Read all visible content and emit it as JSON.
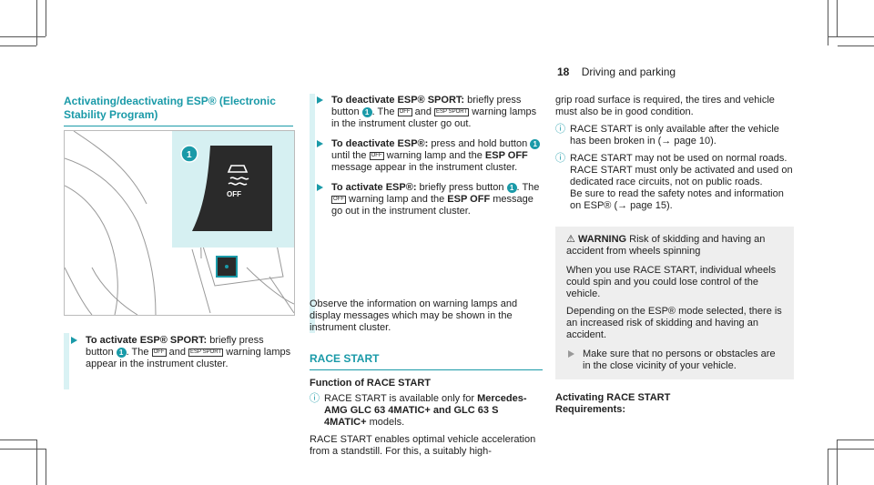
{
  "header": {
    "page_number": "18",
    "section": "Driving and parking"
  },
  "left": {
    "heading": "Activating/deactivating ESP® (Electronic Stability Program)",
    "figure_callout": "1",
    "step": {
      "lead": "To activate ESP® SPORT:",
      "text": " briefly press button ",
      "callout": "1",
      "text2": ". The ",
      "sym1": "OFF",
      "and": " and ",
      "sym2": "ESP SPORT",
      "text3": " warning lamps appear in the instrument cluster."
    },
    "figure_off_label": "OFF"
  },
  "middle": {
    "steps": [
      {
        "lead": "To deactivate ESP® SPORT:",
        "a": " briefly press button ",
        "callout": "1",
        "b": ". The ",
        "sym1": "OFF",
        "c": " and ",
        "sym2": "ESP SPORT",
        "d": " warning lamps in the instrument cluster go out."
      },
      {
        "lead": "To deactivate ESP®:",
        "a": " press and hold button ",
        "callout": "1",
        "b": " until the ",
        "sym1": "OFF",
        "c": " warning lamp and the ",
        "bold": "ESP OFF",
        "d": " message appear in the instrument cluster."
      },
      {
        "lead": "To activate ESP®:",
        "a": " briefly press button ",
        "callout": "1",
        "b": ". The ",
        "sym1": "OFF",
        "c": " warning lamp and the ",
        "bold": "ESP OFF",
        "d": " message go out in the instrument cluster."
      }
    ],
    "observe": "Observe the information on warning lamps and display messages which may be shown in the instrument cluster.",
    "race_heading": "RACE START",
    "function_heading": "Function of RACE START",
    "info1_a": "RACE START is available only for ",
    "info1_b": "Mercedes-AMG GLC 63 4MATIC+ and GLC 63 S 4MATIC+",
    "info1_c": "models.",
    "race_para": "RACE START enables optimal vehicle acceleration from a standstill. For this, a suitably high-"
  },
  "right": {
    "para": "grip road surface is required, the tires and vehicle must also be in good condition.",
    "info1": "RACE START is only available after the vehicle has been broken in (→ page 10).",
    "info2a": "RACE START may not be used on normal roads. RACE START must only be activated and used on dedicated race circuits, not on public roads.",
    "info2b": "Be sure to read the safety notes and information on ESP® (→ page 15).",
    "warning_label": "WARNING",
    "warning_title": " Risk of skidding and having an accident from wheels spinning",
    "warning_p1": "When you use RACE START, individual wheels could spin and you could lose control of the vehicle.",
    "warning_p2": "Depending on the ESP® mode selected, there is an increased risk of skidding and having an accident.",
    "warning_step": "Make sure that no persons or obstacles are in the close vicinity of your vehicle.",
    "activating_heading": "Activating RACE START",
    "requirements": "Requirements:"
  }
}
